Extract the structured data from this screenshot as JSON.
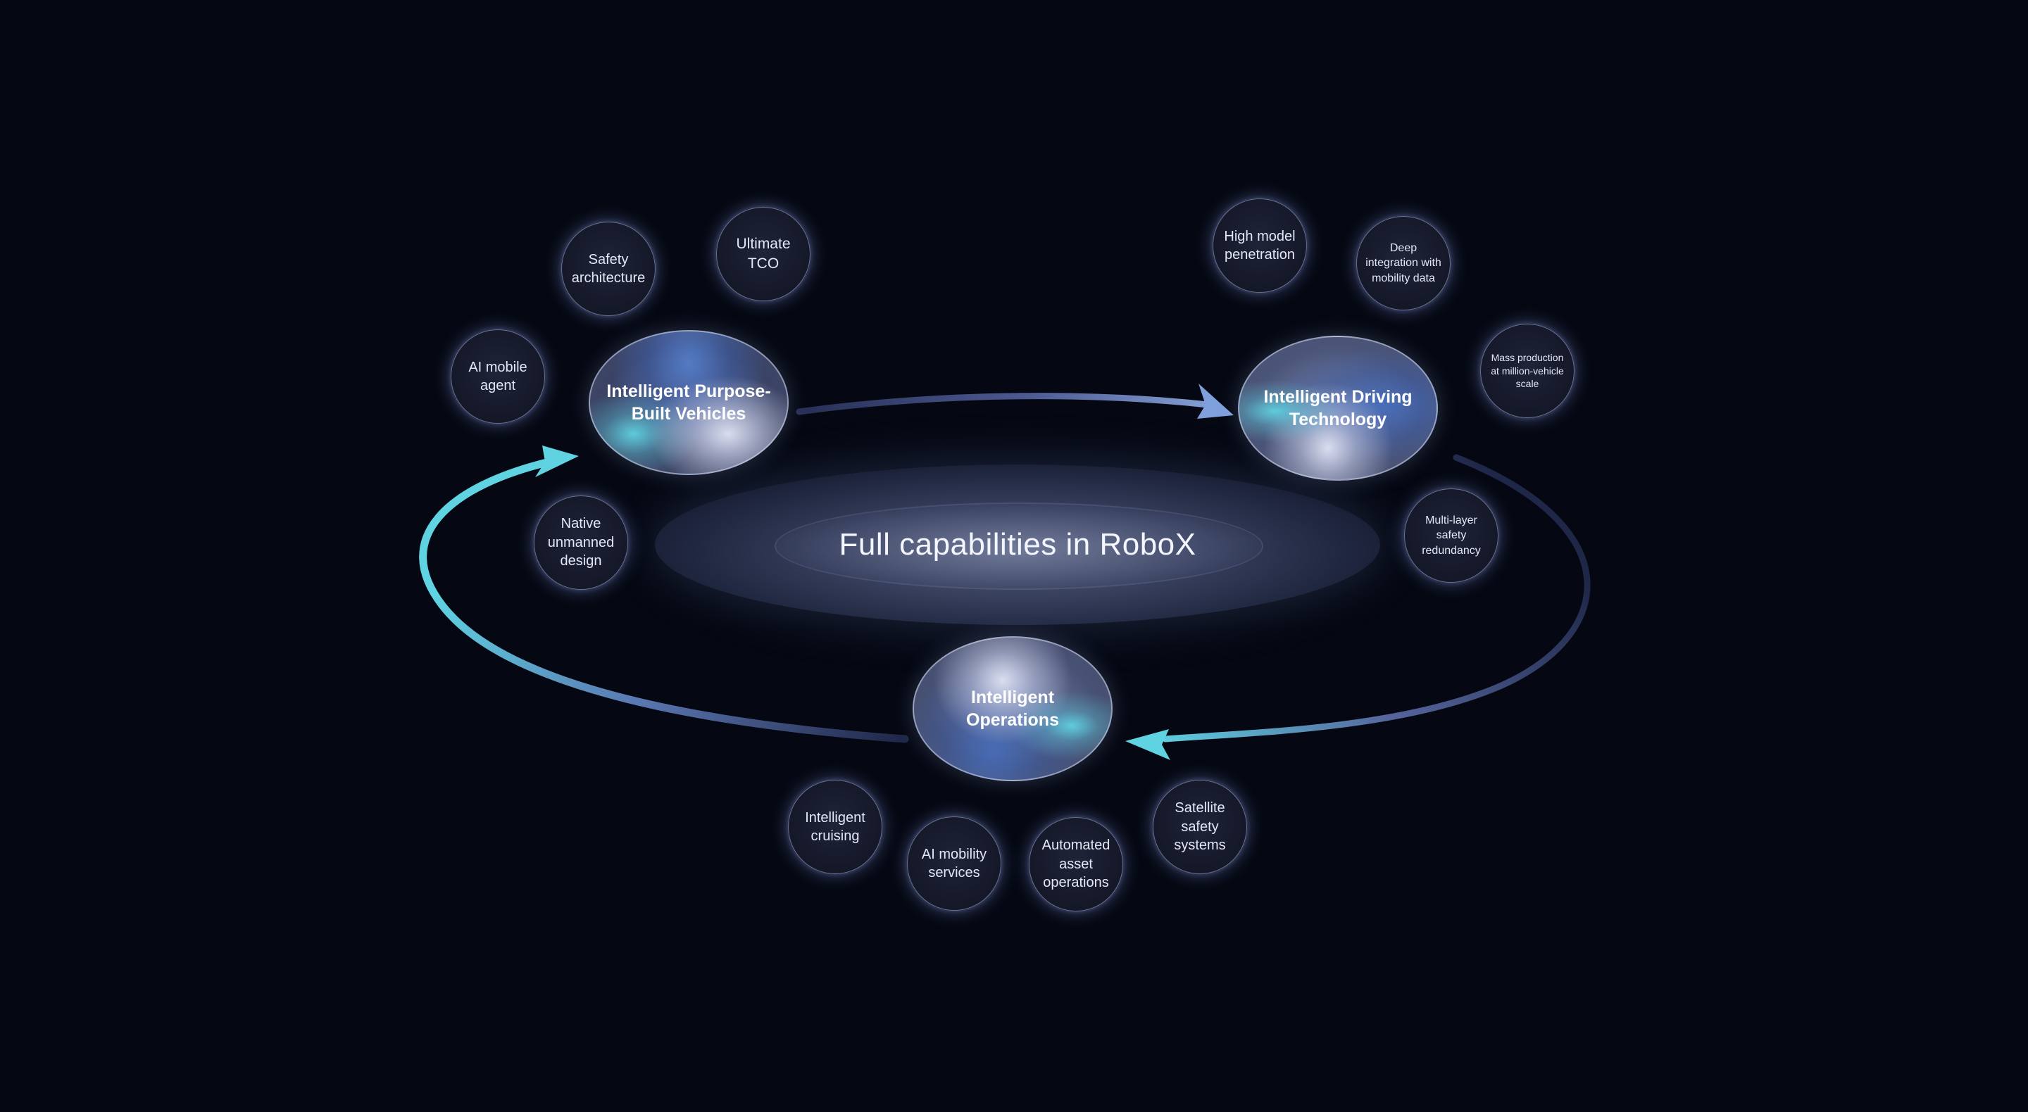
{
  "center": {
    "title": "Full capabilities in RoboX"
  },
  "pillars": {
    "vehicles": {
      "label": "Intelligent Purpose-Built Vehicles"
    },
    "driving": {
      "label": "Intelligent Driving Technology"
    },
    "operations": {
      "label": "Intelligent Operations"
    }
  },
  "vehicle_capabilities": {
    "safety_architecture": "Safety architecture",
    "ultimate_tco": "Ultimate TCO",
    "ai_mobile_agent": "AI mobile agent",
    "native_unmanned_design": "Native unmanned design"
  },
  "driving_capabilities": {
    "high_model_penetration": "High model penetration",
    "deep_integration": "Deep integration with mobility data",
    "mass_production": "Mass production at million-vehicle scale",
    "multi_layer_safety": "Multi-layer safety redundancy"
  },
  "operations_capabilities": {
    "intelligent_cruising": "Intelligent cruising",
    "ai_mobility_services": "AI mobility services",
    "automated_asset_operations": "Automated asset operations",
    "satellite_safety_systems": "Satellite safety systems"
  },
  "colors": {
    "background": "#050812",
    "arrow_bright": "#5fd3e2",
    "arrow_dim": "#262f54",
    "text": "#ffffff"
  }
}
